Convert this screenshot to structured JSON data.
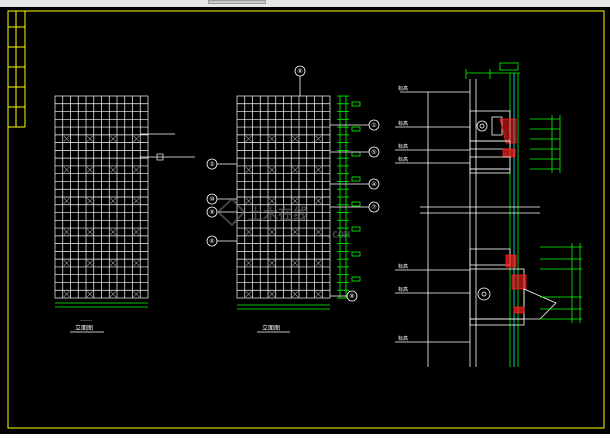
{
  "colors": {
    "background": "#000000",
    "frame": "#ffff00",
    "grid": "#ffffff",
    "dimension": "#00ff00",
    "section": "#ff2020",
    "callout": "#ffffff",
    "watermark": "#7a7a7a",
    "topbar": "#e6e6e6"
  },
  "drawing": {
    "left_elevation_caption": "立面图",
    "middle_elevation_caption": "立面图",
    "callouts": [
      "⑧",
      "①",
      "⑤",
      "②",
      "④",
      "⑦",
      "⑩",
      "⑨",
      "⑥",
      "⑧"
    ],
    "watermark_main": "土木在线",
    "watermark_sub": ".COM",
    "level_labels": [
      "标高",
      "标高",
      "标高",
      "标高",
      "标高",
      "标高",
      "标高"
    ]
  }
}
